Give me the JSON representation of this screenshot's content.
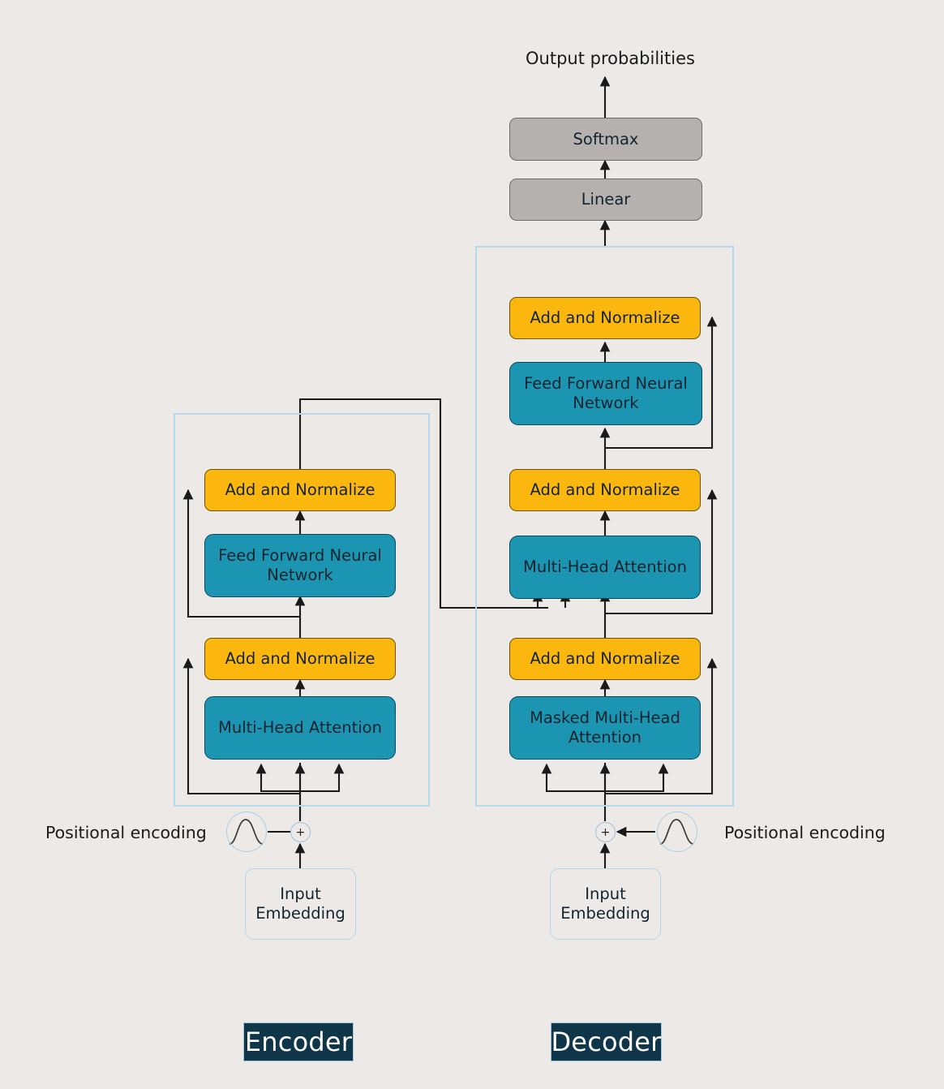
{
  "diagram": {
    "title_top": "Output probabilities",
    "background_color": "#ece9e7",
    "accent_orange": "#fcb70f",
    "accent_teal": "#1c95b2",
    "accent_gray": "#b4b1af",
    "container_border": "#b6d8ee",
    "chip_background": "#0f3549"
  },
  "output": {
    "probabilities_label": "Output probabilities",
    "softmax_label": "Softmax",
    "linear_label": "Linear"
  },
  "encoder": {
    "role_label": "Encoder",
    "positional_encoding_label": "Positional encoding",
    "plus_symbol": "+",
    "input_embedding_label": "Input\nEmbedding",
    "blocks": [
      {
        "label": "Add and Normalize",
        "kind": "orange"
      },
      {
        "label": "Feed Forward Neural\nNetwork",
        "kind": "teal"
      },
      {
        "label": "Add and Normalize",
        "kind": "orange"
      },
      {
        "label": "Multi-Head Attention",
        "kind": "teal"
      }
    ]
  },
  "decoder": {
    "role_label": "Decoder",
    "positional_encoding_label": "Positional encoding",
    "plus_symbol": "+",
    "input_embedding_label": "Input\nEmbedding",
    "blocks": [
      {
        "label": "Add and Normalize",
        "kind": "orange"
      },
      {
        "label": "Feed Forward Neural\nNetwork",
        "kind": "teal"
      },
      {
        "label": "Add and Normalize",
        "kind": "orange"
      },
      {
        "label": "Multi-Head Attention",
        "kind": "teal"
      },
      {
        "label": "Add and Normalize",
        "kind": "orange"
      },
      {
        "label": "Masked Multi-Head\nAttention",
        "kind": "teal"
      }
    ]
  }
}
